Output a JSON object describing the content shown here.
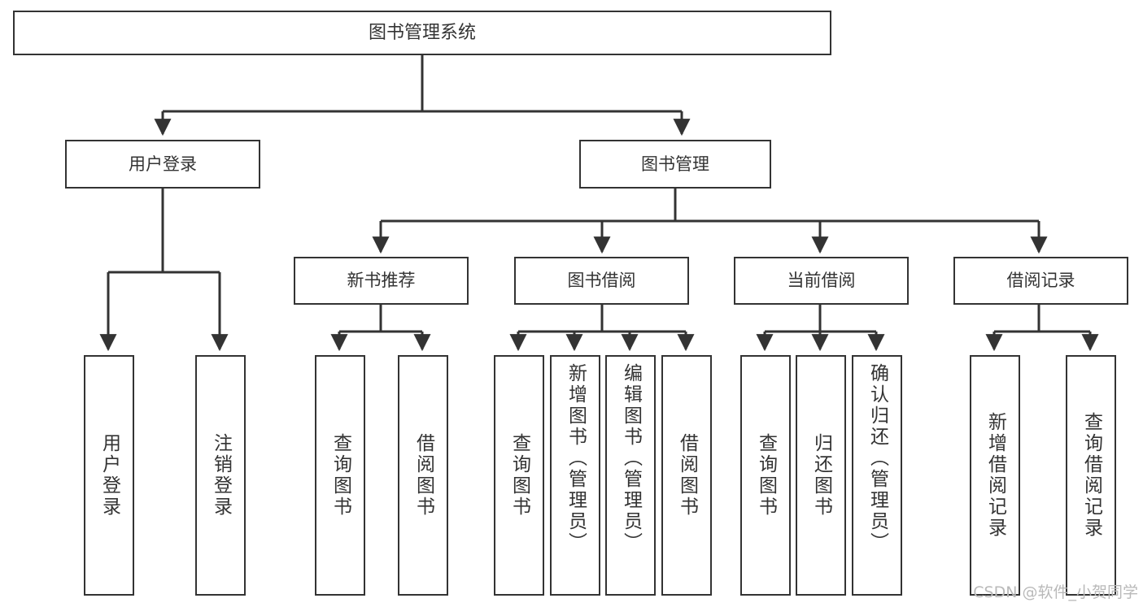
{
  "diagram": {
    "title": "图书管理系统",
    "root": {
      "label": "图书管理系统"
    },
    "tier2": [
      {
        "label": "用户登录"
      },
      {
        "label": "图书管理"
      }
    ],
    "tier3": [
      {
        "label": "新书推荐"
      },
      {
        "label": "图书借阅"
      },
      {
        "label": "当前借阅"
      },
      {
        "label": "借阅记录"
      }
    ],
    "leaves": [
      {
        "label": "用户登录"
      },
      {
        "label": "注销登录"
      },
      {
        "label": "查询图书"
      },
      {
        "label": "借阅图书"
      },
      {
        "label": "查询图书"
      },
      {
        "label": "新增图书（管理员）"
      },
      {
        "label": "编辑图书（管理员）"
      },
      {
        "label": "借阅图书"
      },
      {
        "label": "查询图书"
      },
      {
        "label": "归还图书"
      },
      {
        "label": "确认归还（管理员）"
      },
      {
        "label": "新增借阅记录"
      },
      {
        "label": "查询借阅记录"
      }
    ],
    "colors": {
      "box_border": "#333333",
      "box_fill": "#ffffff",
      "text": "#333333",
      "connector": "#333333",
      "watermark": "#b9b9b9",
      "background": "#ffffff"
    }
  },
  "watermark": {
    "text": "CSDN @软件_小贺同学"
  }
}
